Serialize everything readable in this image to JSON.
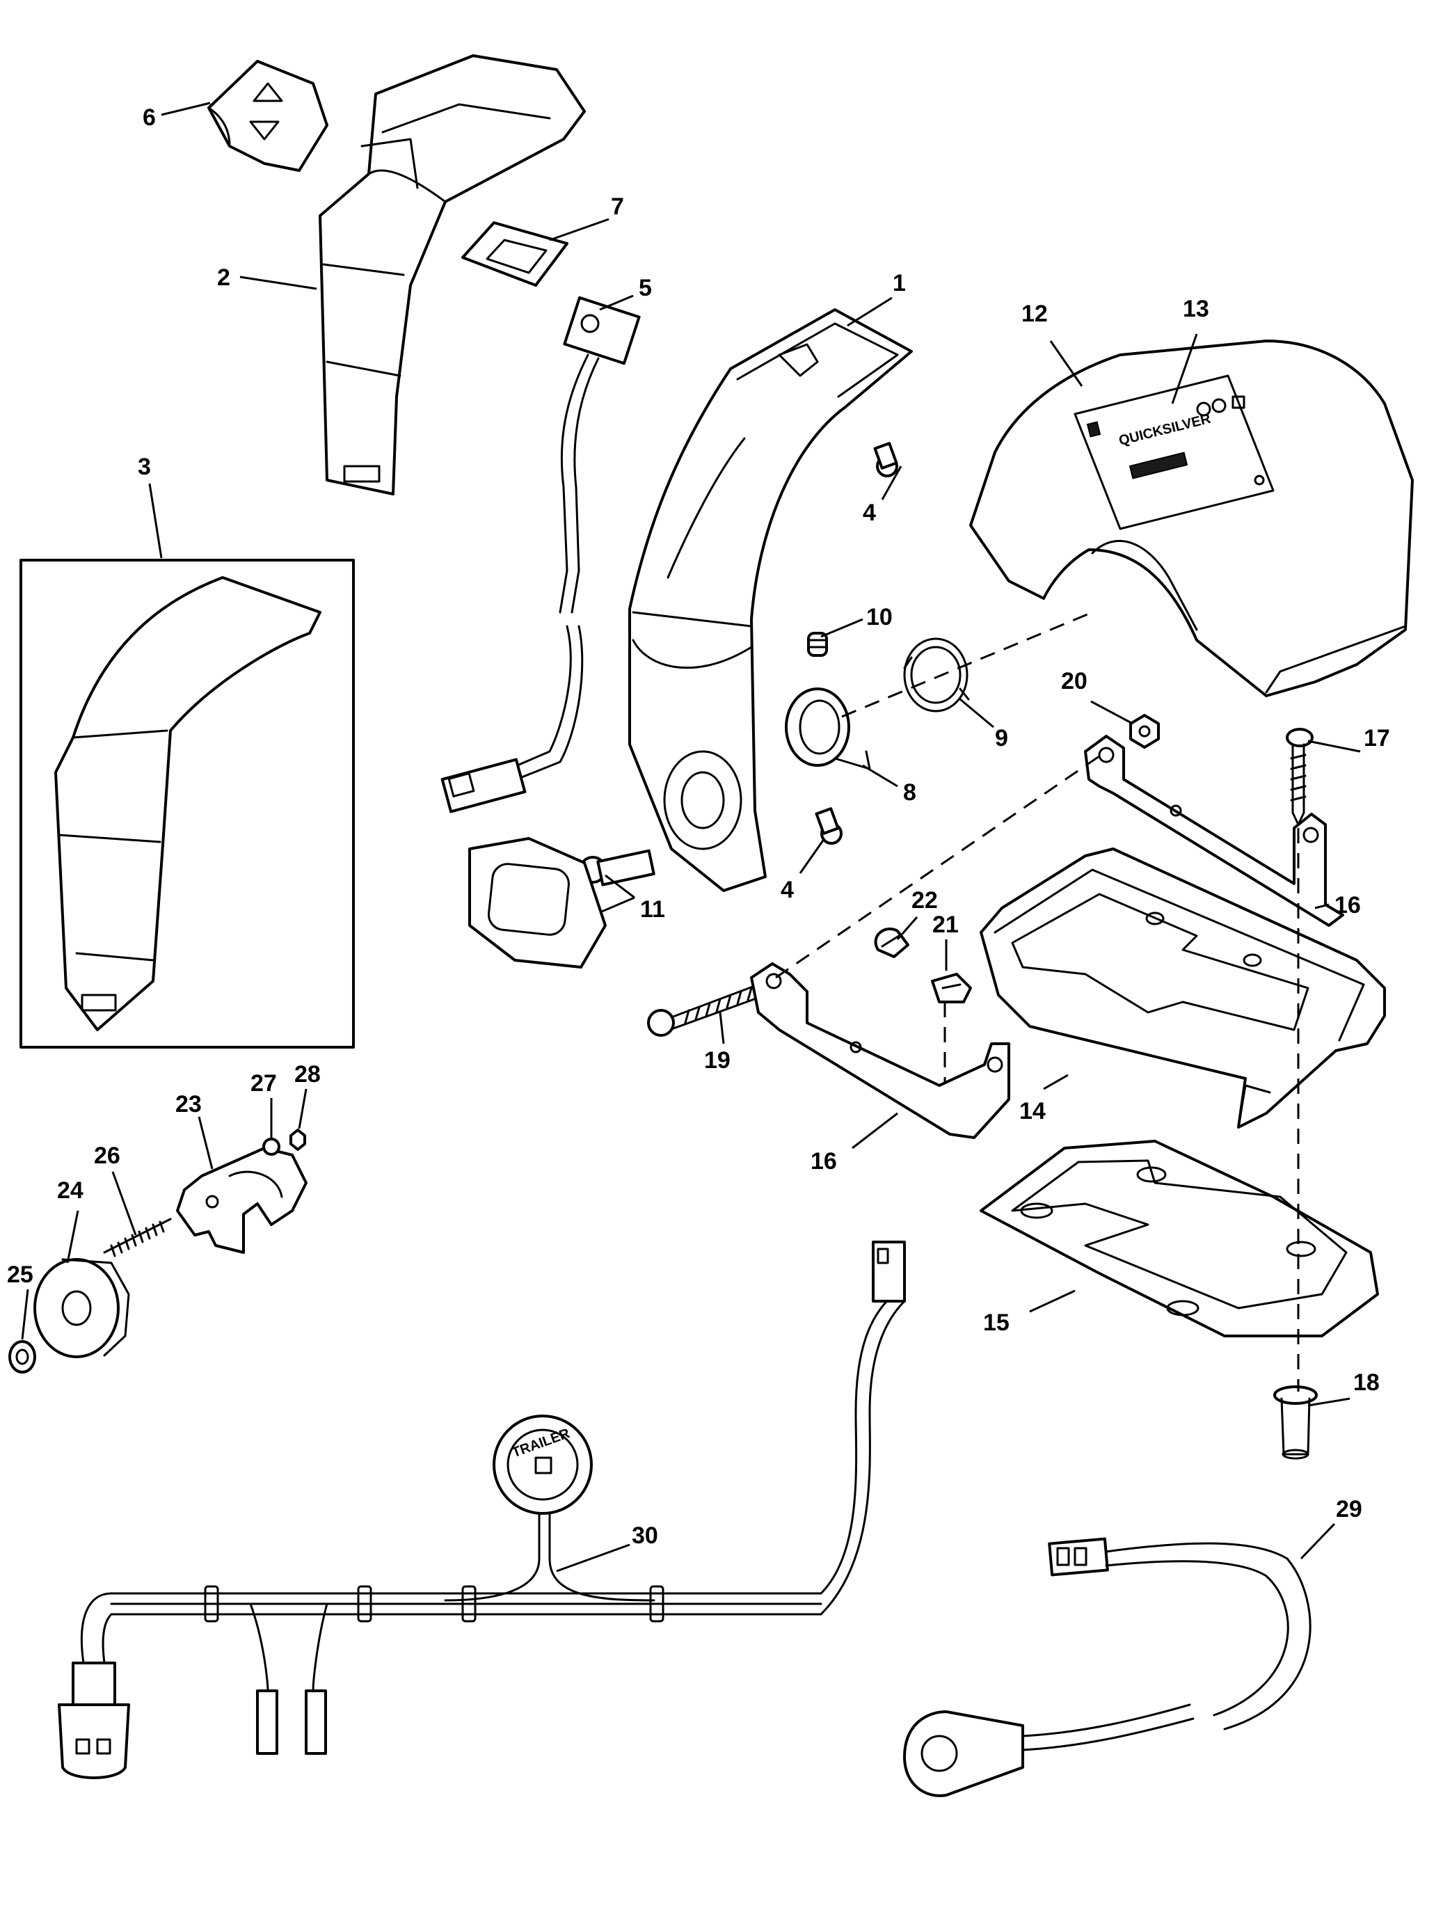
{
  "diagram": {
    "callouts": [
      "1",
      "2",
      "3",
      "4",
      "4",
      "5",
      "6",
      "7",
      "8",
      "9",
      "10",
      "11",
      "12",
      "13",
      "14",
      "15",
      "16",
      "16",
      "17",
      "18",
      "19",
      "20",
      "21",
      "22",
      "23",
      "24",
      "25",
      "26",
      "27",
      "28",
      "29",
      "30"
    ],
    "trailer_label": "TRAILER",
    "decal_brand": "QUICKSILVER"
  }
}
